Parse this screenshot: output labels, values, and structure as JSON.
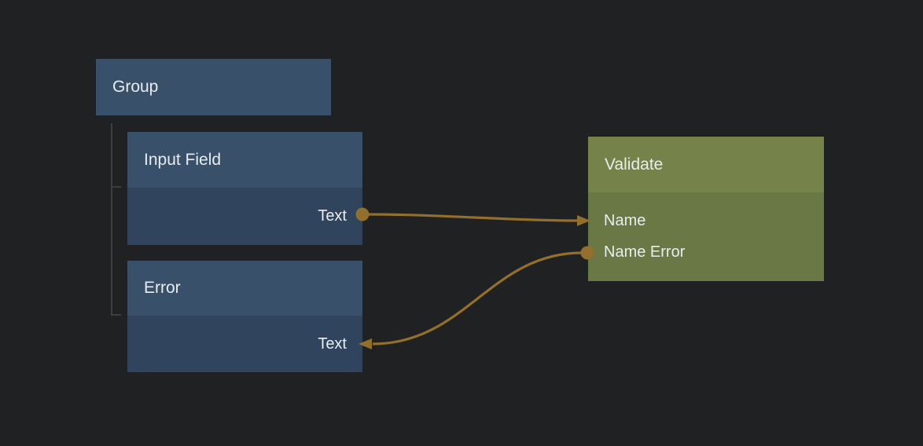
{
  "colors": {
    "background": "#202122",
    "node-blue-header": "#39506B",
    "node-blue-body": "#30455D",
    "node-green-header": "#75834B",
    "node-green-body": "#6A7846",
    "wire": "#926F2C",
    "tree-line": "#3E3E3E",
    "text": "#E9ECEF"
  },
  "nodes": {
    "group": {
      "title": "Group"
    },
    "input_field": {
      "title": "Input Field",
      "output": "Text"
    },
    "error": {
      "title": "Error",
      "input": "Text"
    },
    "validate": {
      "title": "Validate",
      "input": "Name",
      "output": "Name Error"
    }
  },
  "connections": [
    {
      "from": "Input Field / Text",
      "to": "Validate / Name"
    },
    {
      "from": "Validate / Name Error",
      "to": "Error / Text"
    }
  ]
}
